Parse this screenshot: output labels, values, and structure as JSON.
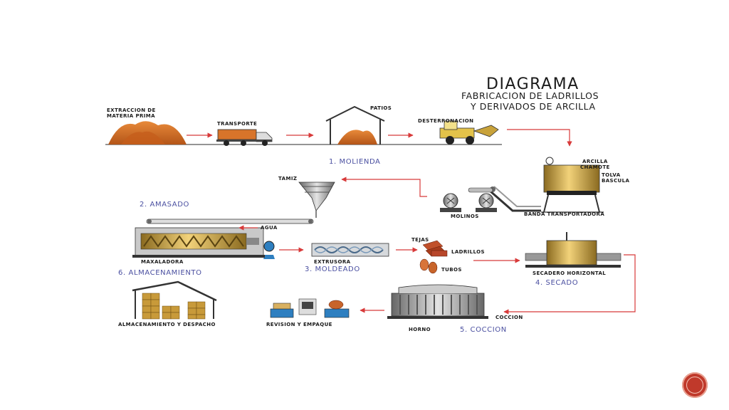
{
  "title": "DIAGRAMA",
  "subtitle_line1": "FABRICACION DE LADRILLOS",
  "subtitle_line2": "Y DERIVADOS DE ARCILLA",
  "labels": {
    "extraccion_line1": "EXTRACCION DE",
    "extraccion_line2": "MATERIA PRIMA",
    "transporte": "TRANSPORTE",
    "patios": "PATIOS",
    "desterronacion": "DESTERRONACION",
    "arcilla": "ARCILLA",
    "chamote": "CHAMOTE",
    "tolva": "TOLVA",
    "bascula": "BASCULA",
    "tamiz": "TAMIZ",
    "molinos": "MOLINOS",
    "banda": "BANDA TRANSPORTADORA",
    "agua": "AGUA",
    "maxaladora": "MAXALADORA",
    "extrusora": "EXTRUSORA",
    "tejas": "TEJAS",
    "ladrillos": "LADRILLOS",
    "tubos": "TUBOS",
    "secadero": "SECADERO HORIZONTAL",
    "coccion": "COCCION",
    "horno": "HORNO",
    "revision": "REVISION Y EMPAQUE",
    "almacenamiento": "ALMACENAMIENTO Y DESPACHO"
  },
  "stages": {
    "molienda": "1. MOLIENDA",
    "amasado": "2. AMASADO",
    "moldeado": "3. MOLDEADO",
    "secado": "4. SECADO",
    "coccion": "5. COCCION",
    "almacenamiento": "6. ALMACENAMIENTO"
  },
  "colors": {
    "clay": "#d2691e",
    "arrow": "#d83a3a",
    "stage_text": "#4a4fa0",
    "machine": "#c8a24a",
    "nav_button": "#c0392b"
  }
}
